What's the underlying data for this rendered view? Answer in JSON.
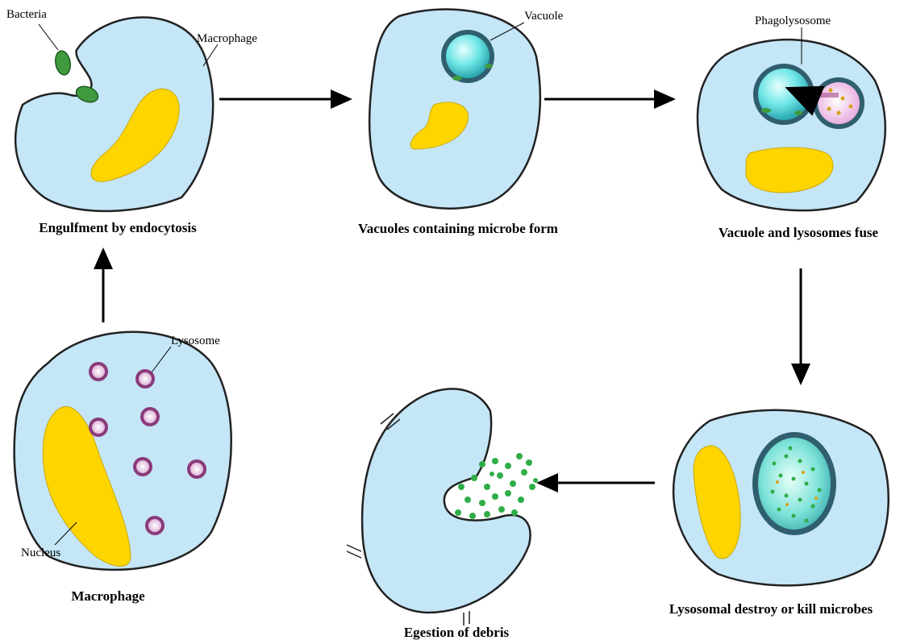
{
  "captions": {
    "step1": "Engulfment by endocytosis",
    "step2": "Vacuoles containing microbe form",
    "step3": "Vacuole and lysosomes fuse",
    "step4": "Lysosomal destroy or kill microbes",
    "step5": "Egestion of debris",
    "step0": "Macrophage"
  },
  "labels": {
    "bacteria": "Bacteria",
    "macrophage": "Macrophage",
    "vacuole": "Vacuole",
    "phagolysosome": "Phagolysosome",
    "lysosome": "Lysosome",
    "nucleus": "Nucleus"
  },
  "colors": {
    "cytoplasm": "#c4e6f7",
    "nucleus": "#ffd500",
    "vacuole_membrane": "#2f5f6f",
    "vacuole_fill": "#6fe6e6",
    "lysosome": "#8a3a7a",
    "bacteria": "#3f9a3f",
    "arrow": "#000000"
  }
}
